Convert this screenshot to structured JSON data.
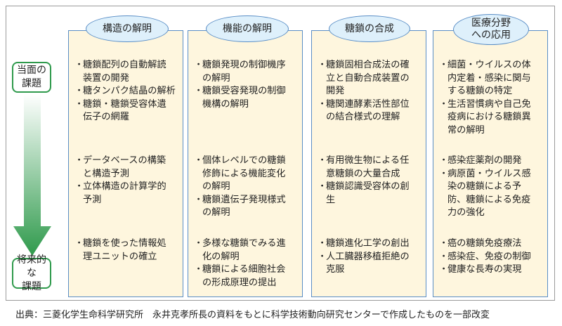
{
  "side": {
    "top": "当面の\n課題",
    "bottom": "将来的な\n課題"
  },
  "columns": [
    {
      "header": "構造の解明",
      "groups": [
        [
          "糖鎖配列の自動解読\n装置の開発",
          "糖タンパク結晶の解析",
          "糖鎖・糖鎖受容体遺\n伝子の網羅"
        ],
        [
          "データベースの構築\nと構造予測",
          "立体構造の計算学的\n予測"
        ],
        [
          "糖鎖を使った情報処\n理ユニットの確立"
        ]
      ]
    },
    {
      "header": "機能の解明",
      "groups": [
        [
          "糖鎖発現の制御機序\nの解明",
          "糖鎖受容発現の制御\n機構の解明"
        ],
        [
          "個体レベルでの糖鎖\n修飾による機能変化\nの解明",
          "糖鎖遺伝子発現様式\nの解明"
        ],
        [
          "多様な糖鎖でみる進\n化の解明",
          "糖鎖による細胞社会\nの形成原理の提出"
        ]
      ]
    },
    {
      "header": "糖鎖の合成",
      "groups": [
        [
          "糖鎖固相合成法の確\n立と自動合成装置の\n開発",
          "糖関連酵素活性部位\nの結合様式の理解"
        ],
        [
          "有用微生物による任\n意糖鎖の大量合成",
          "糖鎖認識受容体の創\n生"
        ],
        [
          "糖鎖進化工学の創出",
          "人工臓器移植拒絶の\n克服"
        ]
      ]
    },
    {
      "header": "医療分野\nへの応用",
      "groups": [
        [
          "細菌・ウイルスの体\n内定着・感染に関与\nする糖鎖の特定",
          "生活習慣病や自己免\n疫病における糖鎖異\n常の解明"
        ],
        [
          "感染症薬剤の開発",
          "病原菌・ウイルス感\n染の糖鎖による予\n防、糖鎖による免疫\n力の強化"
        ],
        [
          "癌の糖鎖免疫療法",
          "感染症、免疫の制御",
          "健康な長寿の実現"
        ]
      ]
    }
  ],
  "bullet": "・",
  "caption": "出典：三菱化学生命科学研究所　永井克孝所長の資料をもとに科学技術動向研究センターで作成したものを一部改変",
  "colors": {
    "arrow": "#2f9a4c",
    "column_fill": "#fef6de",
    "header_fill": "#def0fb",
    "border": "#5a8ec6"
  }
}
